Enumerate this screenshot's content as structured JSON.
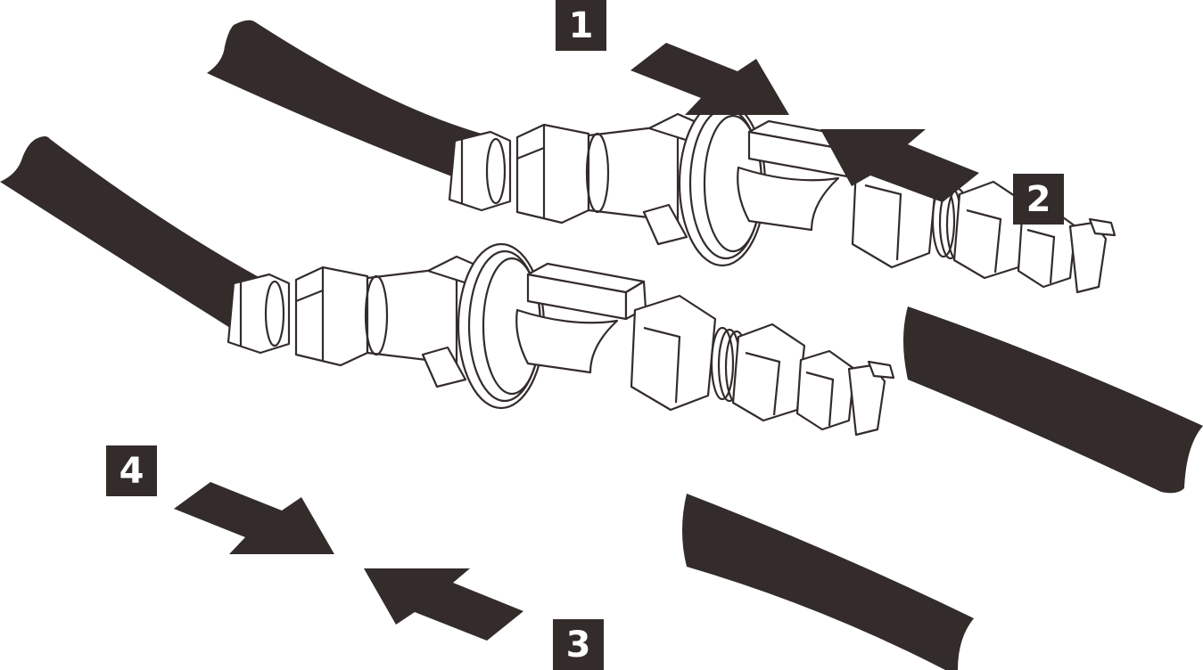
{
  "diagram": {
    "title": "Quick-connect hose coupling disconnection steps",
    "colors": {
      "ink": "#332c2b",
      "background": "#ffffff",
      "label_text": "#ffffff"
    },
    "assemblies": [
      {
        "name": "upper-coupling",
        "parts": [
          "hose-left",
          "nut",
          "hex-nut",
          "coupler-body",
          "collar-ring",
          "release-latch",
          "hex-fitting",
          "threaded-section",
          "hex-fitting",
          "hose-clamp",
          "hose-right"
        ]
      },
      {
        "name": "lower-coupling",
        "parts": [
          "hose-left",
          "nut",
          "hex-nut",
          "coupler-body",
          "collar-ring",
          "release-latch",
          "hex-fitting",
          "threaded-section",
          "hex-fitting",
          "hose-clamp",
          "hose-right"
        ]
      }
    ],
    "callouts": [
      {
        "id": "1",
        "label": "1",
        "arrow_direction": "down-right"
      },
      {
        "id": "2",
        "label": "2",
        "arrow_direction": "up-left"
      },
      {
        "id": "3",
        "label": "3",
        "arrow_direction": "up-left"
      },
      {
        "id": "4",
        "label": "4",
        "arrow_direction": "down-right"
      }
    ]
  }
}
